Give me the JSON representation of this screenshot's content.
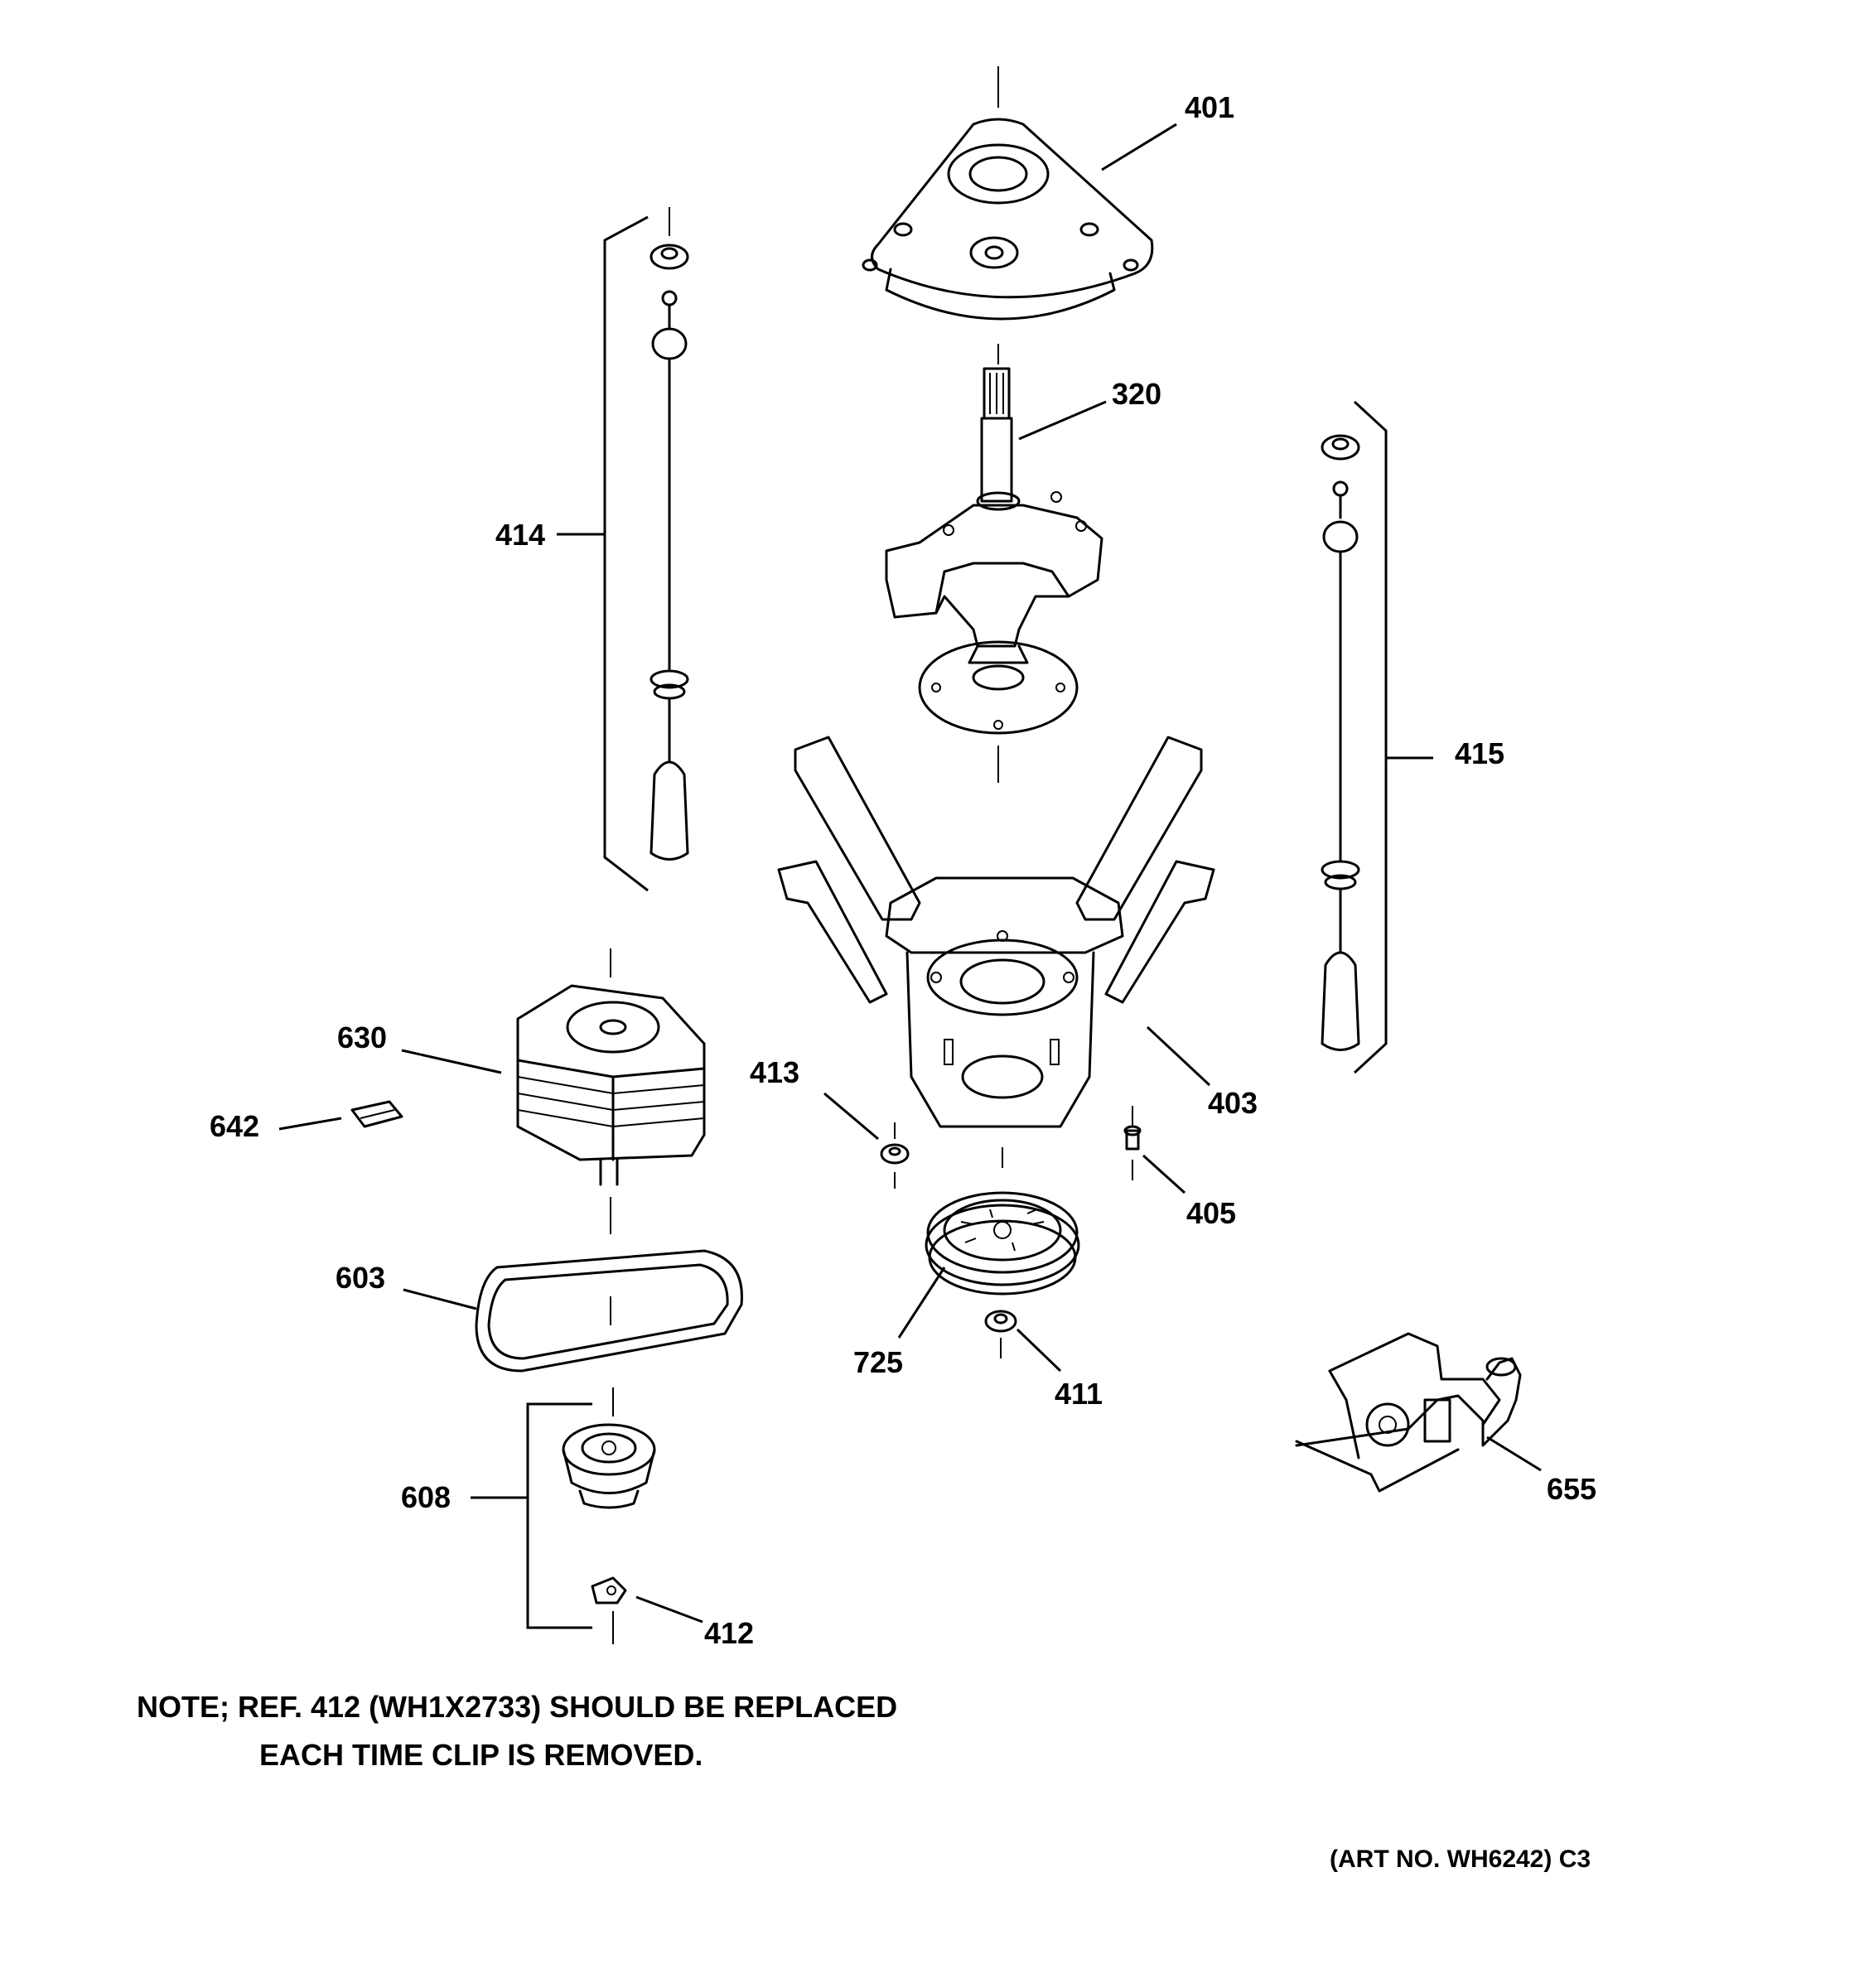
{
  "diagram": {
    "callouts": {
      "c401": "401",
      "c320": "320",
      "c414": "414",
      "c415": "415",
      "c630": "630",
      "c642": "642",
      "c413": "413",
      "c403": "403",
      "c405": "405",
      "c603": "603",
      "c725": "725",
      "c411": "411",
      "c608": "608",
      "c412": "412",
      "c655": "655"
    },
    "note_line1": "NOTE; REF. 412 (WH1X2733) SHOULD BE REPLACED",
    "note_line2": "EACH TIME CLIP IS REMOVED.",
    "art_number": "(ART NO. WH6242) C3"
  },
  "colors": {
    "ink": "#000000",
    "background": "#ffffff"
  }
}
